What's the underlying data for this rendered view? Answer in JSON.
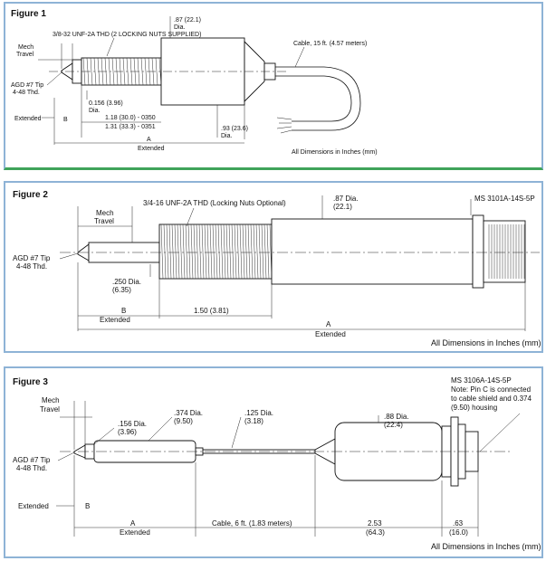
{
  "figure1": {
    "title": "Figure 1",
    "thread_note": "3/8-32 UNF-2A THD (2 LOCKING NUTS SUPPLIED)",
    "dia_top": ".87  (22.1)",
    "dia_top_suffix": "Dia.",
    "cable": "Cable, 15 ft. (4.57 meters)",
    "mech_travel_1": "Mech",
    "mech_travel_2": "Travel",
    "tip_1": "AGD #7 Tip",
    "tip_2": "4-48 Thd.",
    "rod_dia_1": "0.156 (3.96)",
    "rod_dia_2": "Dia.",
    "dim_a": "1.18 (30.0) - 0350",
    "dim_b": "1.31 (33.3) - 0351",
    "extended": "Extended",
    "b": "B",
    "dia_bottom_1": ".93  (23.6)",
    "dia_bottom_2": "Dia.",
    "a": "A",
    "a_extended": "Extended",
    "footnote": "All Dimensions in Inches (mm)"
  },
  "figure2": {
    "title": "Figure 2",
    "thread_note": "3/4-16 UNF-2A THD (Locking Nuts Optional)",
    "dia_1": ".87 Dia.",
    "dia_2": "(22.1)",
    "connector": "MS 3101A-14S-5P",
    "mech_1": "Mech",
    "mech_2": "Travel",
    "tip_1": "AGD #7 Tip",
    "tip_2": "4-48 Thd.",
    "rod_dia_1": ".250 Dia.",
    "rod_dia_2": "(6.35)",
    "b": "B",
    "b_extended": "Extended",
    "length": "1.50 (3.81)",
    "a": "A",
    "a_extended": "Extended",
    "footnote": "All Dimensions in Inches (mm)"
  },
  "figure3": {
    "title": "Figure 3",
    "connector_1": "MS 3106A-14S-5P",
    "connector_2": "Note: Pin C is connected",
    "connector_3": "to cable shield and 0.374",
    "connector_4": "(9.50) housing",
    "mech_1": "Mech",
    "mech_2": "Travel",
    "dia156_1": ".156 Dia.",
    "dia156_2": "(3.96)",
    "dia374_1": ".374 Dia.",
    "dia374_2": "(9.50)",
    "dia125_1": ".125 Dia.",
    "dia125_2": "(3.18)",
    "dia88_1": ".88 Dia.",
    "dia88_2": "(22.4)",
    "tip_1": "AGD #7 Tip",
    "tip_2": "4-48 Thd.",
    "extended": "Extended",
    "b": "B",
    "a": "A",
    "a_extended": "Extended",
    "cable": "Cable, 6 ft. (1.83 meters)",
    "dim_253_1": "2.53",
    "dim_253_2": "(64.3)",
    "dim_63_1": ".63",
    "dim_63_2": "(16.0)",
    "footnote": "All Dimensions in Inches (mm)"
  }
}
